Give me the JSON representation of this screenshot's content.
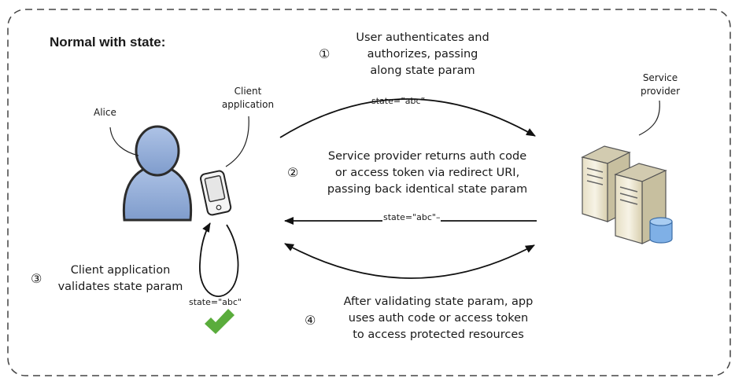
{
  "heading": "Normal with state:",
  "actors": {
    "alice": "Alice",
    "client": [
      "Client",
      "application"
    ],
    "provider": [
      "Service",
      "provider"
    ]
  },
  "steps": [
    {
      "number": "①",
      "lines": [
        "User authenticates and",
        "authorizes, passing",
        "along state param"
      ]
    },
    {
      "number": "②",
      "lines": [
        "Service provider returns auth code",
        "or access token via redirect URI,",
        "passing back identical state param"
      ]
    },
    {
      "number": "③",
      "lines": [
        "Client application",
        "validates state param"
      ]
    },
    {
      "number": "④",
      "lines": [
        "After validating state param, app",
        "uses auth code or access token",
        "to access protected resources"
      ]
    }
  ],
  "state_labels": {
    "request": "state=”abc”",
    "response": "state=\"abc\"–",
    "validate": "state=\"abc\""
  },
  "colors": {
    "person": "#8eaad6",
    "person_outline": "#2c2c2c",
    "check": "#5aac3c",
    "server": "#f0ebd8",
    "database": "#7fb0e6"
  },
  "icons": [
    "person-icon",
    "mobile-device-icon",
    "server-icon",
    "database-icon",
    "checkmark-icon"
  ]
}
